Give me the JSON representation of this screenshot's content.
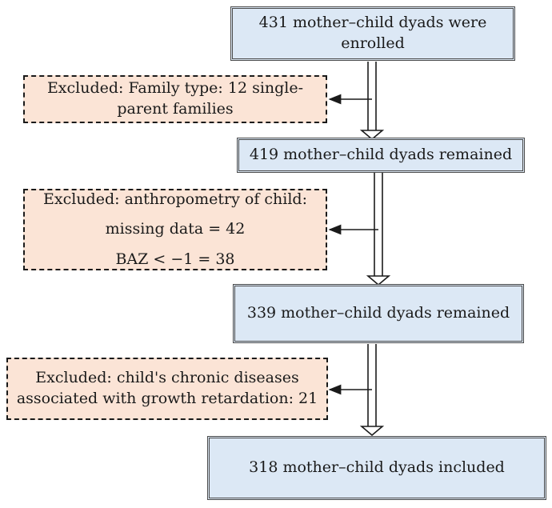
{
  "steps": {
    "enrolled": {
      "line1": "431 mother–child dyads were",
      "line2": "enrolled"
    },
    "remained_1": "419 mother–child dyads remained",
    "remained_2": "339 mother–child dyads remained",
    "included": "318 mother–child dyads included"
  },
  "exclusions": {
    "family": {
      "line1": "Excluded: Family type: 12 single-",
      "line2": "parent families"
    },
    "anthropometry": {
      "line1": "Excluded: anthropometry of child:",
      "line2": "missing data = 42",
      "line3": "BAZ < −1 = 38"
    },
    "chronic": {
      "line1": "Excluded: child's chronic diseases",
      "line2": "associated with growth retardation: 21"
    }
  }
}
